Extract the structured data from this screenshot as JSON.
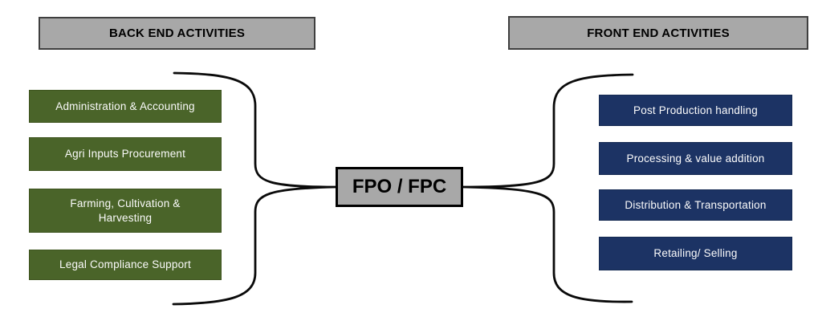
{
  "diagram": {
    "back_end": {
      "header": "BACK END ACTIVITIES",
      "items": [
        "Administration & Accounting",
        "Agri Inputs Procurement",
        "Farming, Cultivation & Harvesting",
        "Legal Compliance Support"
      ]
    },
    "center": {
      "label": "FPO / FPC"
    },
    "front_end": {
      "header": "FRONT END ACTIVITIES",
      "items": [
        "Post Production handling",
        "Processing & value addition",
        "Distribution & Transportation",
        "Retailing/ Selling"
      ]
    },
    "colors": {
      "header_bg": "#a8a8a8",
      "header_border": "#3f3f3f",
      "center_bg": "#a8a8a8",
      "center_border": "#000000",
      "back_item_bg": "#4a6429",
      "back_item_border": "#3e541f",
      "front_item_bg": "#1c3364",
      "front_item_border": "#152a52",
      "item_text": "#fbfbfb",
      "line": "#0a0a0a"
    }
  }
}
